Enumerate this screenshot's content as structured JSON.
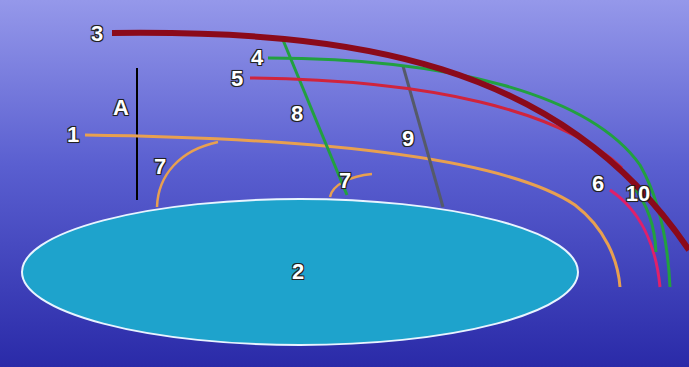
{
  "diagram": {
    "nodes": [
      {
        "text": [
          "2"
        ]
      }
    ],
    "labels": [
      "3",
      "4",
      "5",
      "1",
      "A",
      "7",
      "8",
      "9",
      "7",
      "6",
      "10"
    ]
  }
}
